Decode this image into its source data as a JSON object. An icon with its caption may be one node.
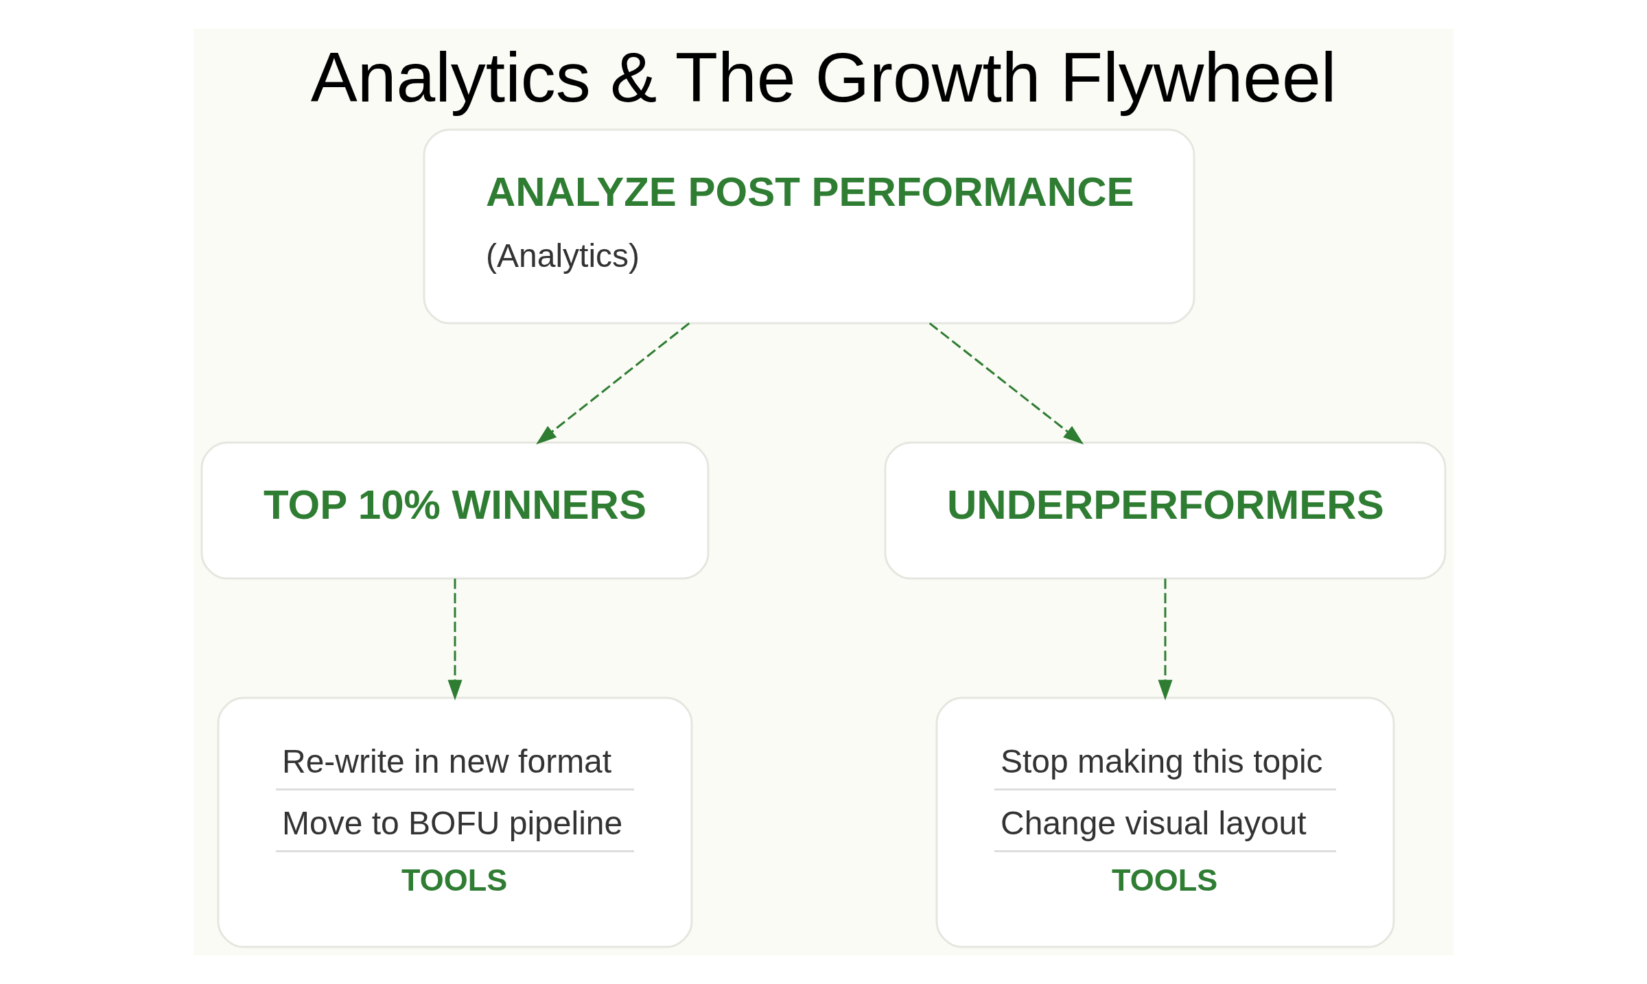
{
  "diagram": {
    "title": "Analytics & The Growth Flywheel",
    "nodes": [
      {
        "text": [
          "ANALYZE POST PERFORMANCE",
          "(Analytics)"
        ]
      },
      {
        "text": [
          "TOP 10% WINNERS"
        ]
      },
      {
        "text": [
          "UNDERPERFORMERS"
        ]
      },
      {
        "text": [
          "Re-write in new format",
          "Move to BOFU pipeline",
          "TOOLS"
        ]
      },
      {
        "text": [
          "Stop making this topic",
          "Change visual layout",
          "TOOLS"
        ]
      }
    ],
    "edges": [
      {
        "from": 0,
        "to": 1,
        "arrow": "to",
        "style": "dashed"
      },
      {
        "from": 0,
        "to": 2,
        "arrow": "to",
        "style": "dashed"
      },
      {
        "from": 1,
        "to": 3,
        "arrow": "to",
        "style": "dashed"
      },
      {
        "from": 2,
        "to": 4,
        "arrow": "to",
        "style": "dashed"
      }
    ]
  }
}
